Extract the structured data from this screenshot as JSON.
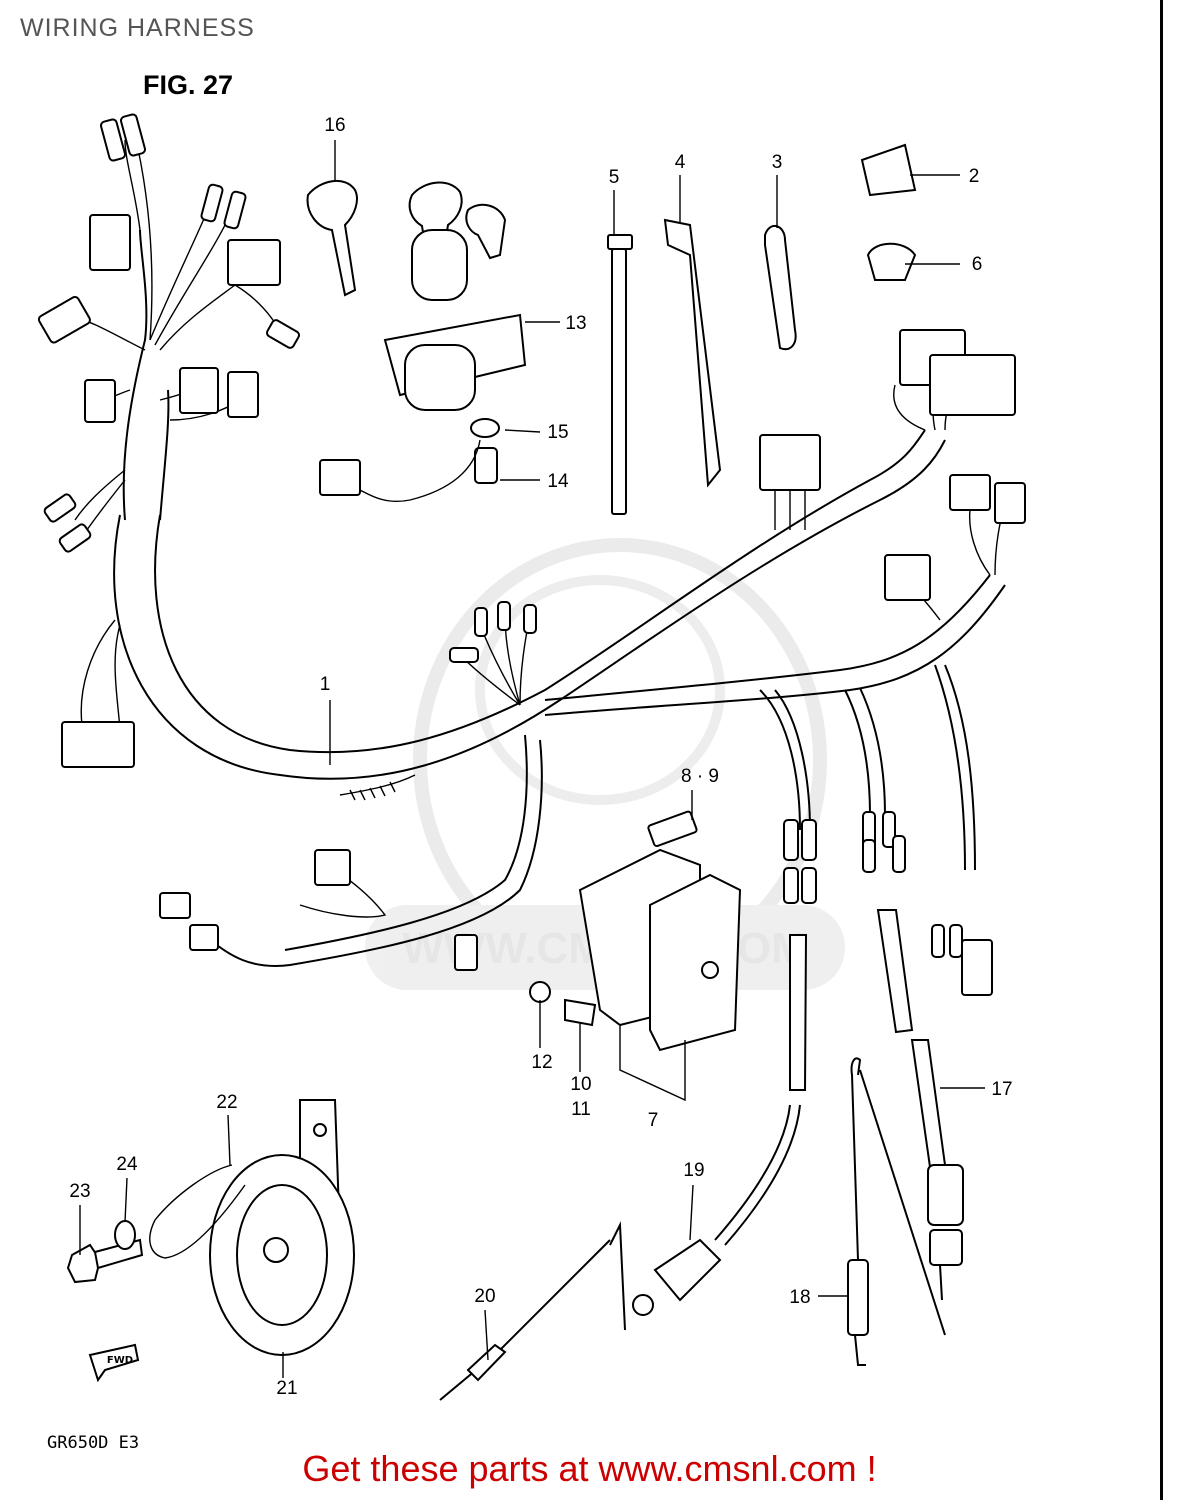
{
  "header": {
    "title": "WIRING HARNESS",
    "figure": "FIG. 27"
  },
  "model": "GR650D  E3",
  "watermark": "WWW.CMSNL.COM",
  "footer": {
    "text": "Get these parts at www.cmsnl.com !",
    "color": "#cc0000"
  },
  "direction_marker": "FWD",
  "callouts": [
    {
      "id": "num-1",
      "label": "1"
    },
    {
      "id": "num-2",
      "label": "2"
    },
    {
      "id": "num-3",
      "label": "3"
    },
    {
      "id": "num-4",
      "label": "4"
    },
    {
      "id": "num-5",
      "label": "5"
    },
    {
      "id": "num-6",
      "label": "6"
    },
    {
      "id": "num-7",
      "label": "7"
    },
    {
      "id": "num-8-9",
      "label": "8 · 9"
    },
    {
      "id": "num-10",
      "label": "10"
    },
    {
      "id": "num-11",
      "label": "11"
    },
    {
      "id": "num-12",
      "label": "12"
    },
    {
      "id": "num-13",
      "label": "13"
    },
    {
      "id": "num-14",
      "label": "14"
    },
    {
      "id": "num-15",
      "label": "15"
    },
    {
      "id": "num-16",
      "label": "16"
    },
    {
      "id": "num-17",
      "label": "17"
    },
    {
      "id": "num-18",
      "label": "18"
    },
    {
      "id": "num-19",
      "label": "19"
    },
    {
      "id": "num-20",
      "label": "20"
    },
    {
      "id": "num-21",
      "label": "21"
    },
    {
      "id": "num-22",
      "label": "22"
    },
    {
      "id": "num-23",
      "label": "23"
    },
    {
      "id": "num-24",
      "label": "24"
    }
  ]
}
